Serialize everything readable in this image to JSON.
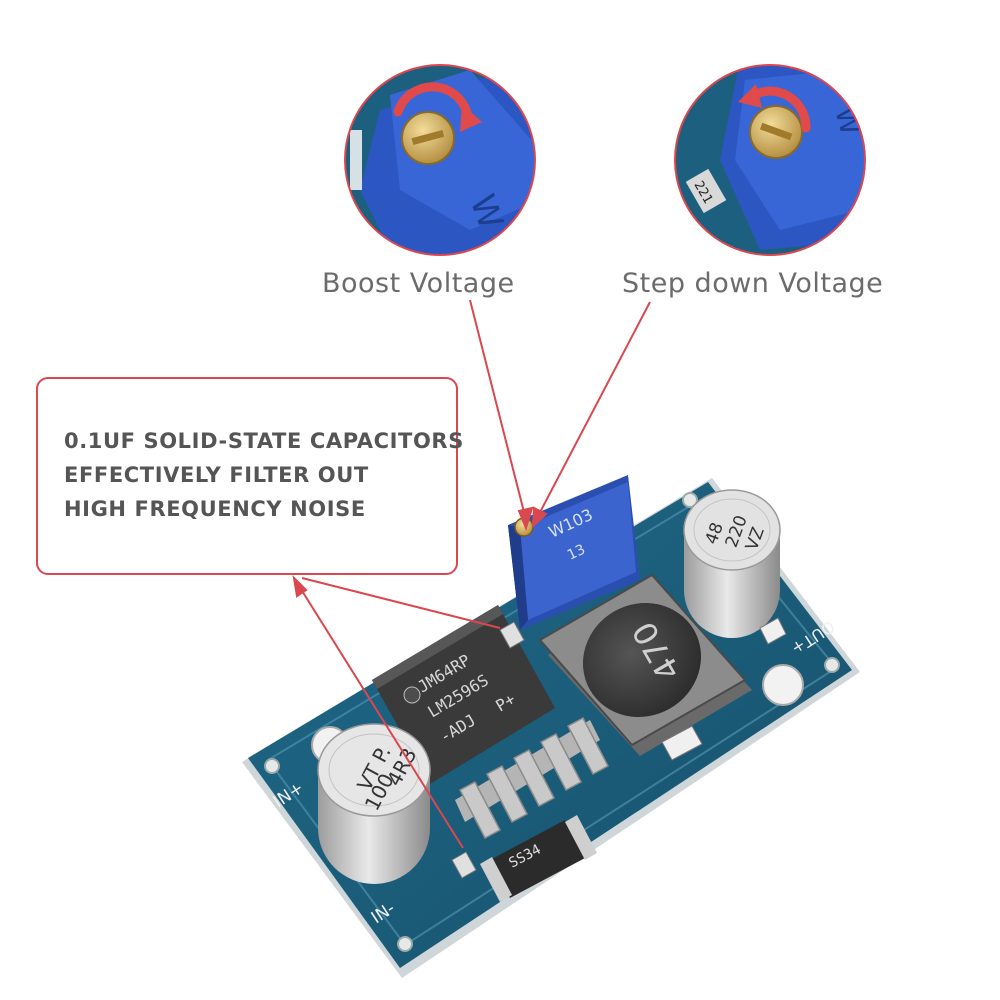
{
  "callouts": {
    "boost": "Boost Voltage",
    "step_down": "Step down Voltage"
  },
  "note": {
    "lines": [
      "0.1UF SOLID-STATE CAPACITORS",
      "EFFECTIVELY FILTER OUT",
      "HIGH FREQUENCY NOISE"
    ]
  },
  "board": {
    "ic_lines": [
      "JM64RP",
      "LM2596S",
      "-ADJ",
      "P+"
    ],
    "inductor_mark": "470",
    "pot_mark": [
      "W103",
      "13"
    ],
    "cap_in_mark": [
      "100",
      "VT",
      "P.",
      "4R3"
    ],
    "cap_out_mark": [
      "48",
      "220",
      "VZ"
    ],
    "diode_mark": "SS34",
    "pads": {
      "in_plus": "IN+",
      "in_minus": "IN-",
      "out_plus": "OUT+"
    },
    "small_label": "221"
  },
  "colors": {
    "accent_red": "#d9474f",
    "pcb_blue": "#1f5f80",
    "pot_blue": "#2a4fb0",
    "text_gray": "#6b6b6b"
  }
}
